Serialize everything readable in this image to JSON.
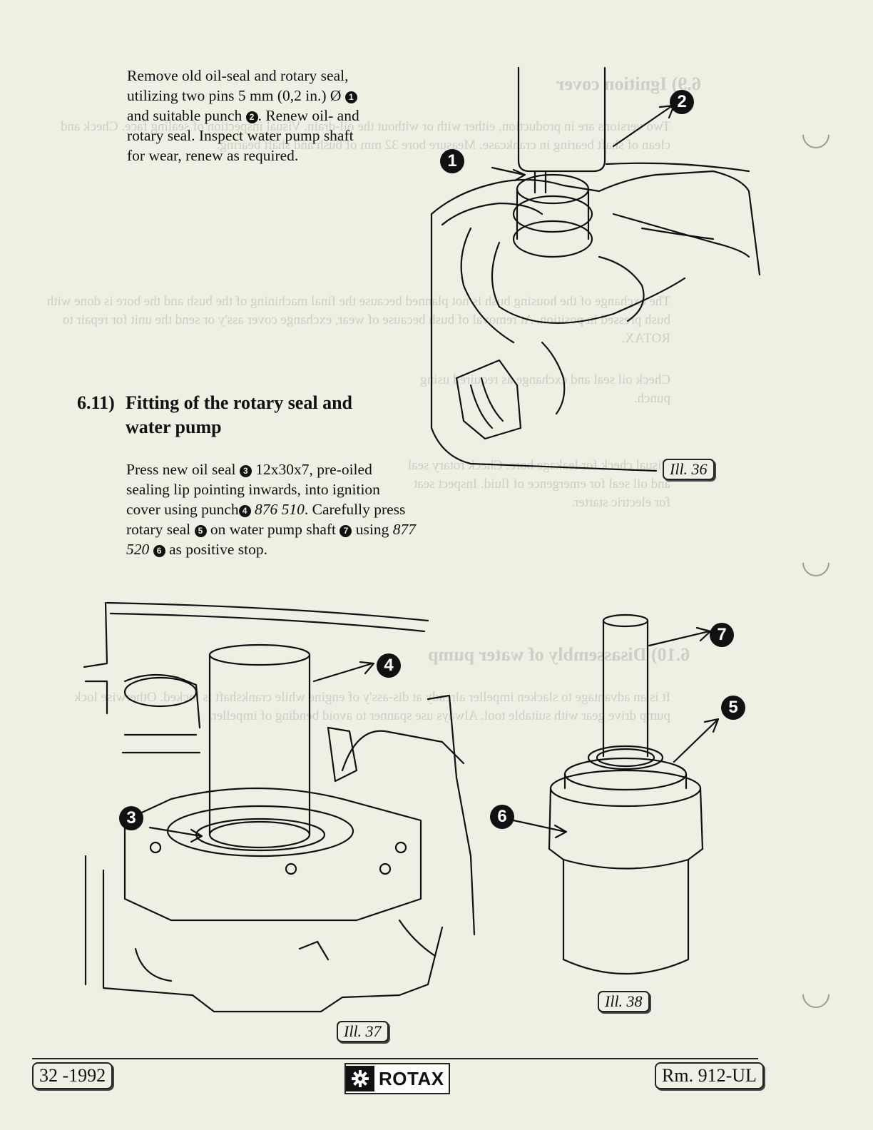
{
  "intro_paragraph": "Remove old oil-seal and rotary seal, utilizing two pins 5 mm (0,2 in.) Ø ❶ and suitable punch ❷. Renew oil- and rotary seal. Inspect water pump shaft for wear, renew as required.",
  "intro_lines": [
    "Remove old oil-seal and rotary seal,",
    "utilizing two pins 5 mm (0,2 in.) Ø",
    "and suitable punch",
    ". Renew oil- and",
    "rotary seal. Inspect water pump shaft",
    "for wear, renew as required."
  ],
  "section": {
    "number": "6.11)",
    "title_line1": "Fitting of the rotary seal and",
    "title_line2": "water pump"
  },
  "body": {
    "l1a": "Press new oil seal",
    "l1b": "12x30x7, pre-oiled",
    "l2": "sealing lip pointing inwards, into ignition",
    "l3a": "cover using punch",
    "l3b": "876 510",
    "l3c": ". Carefully press",
    "l4a": "rotary seal",
    "l4b": "on water pump shaft",
    "l4c": "using",
    "l4d": "877",
    "l5a": "520",
    "l5b": "as positive stop."
  },
  "markers": {
    "m1": "1",
    "m2": "2",
    "m3": "3",
    "m4": "4",
    "m5": "5",
    "m6": "6",
    "m7": "7"
  },
  "illustrations": {
    "ill36": "Ill. 36",
    "ill37": "Ill. 37",
    "ill38": "Ill. 38"
  },
  "footer": {
    "left": "32 -1992",
    "brand": "ROTAX",
    "right": "Rm. 912-UL"
  }
}
